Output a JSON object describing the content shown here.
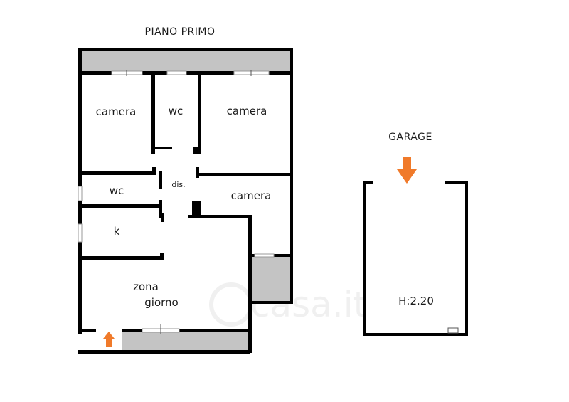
{
  "plan": {
    "title": "PIANO PRIMO",
    "rooms": {
      "camera_1": "camera",
      "wc_1": "wc",
      "camera_2": "camera",
      "wc_2": "wc",
      "dis": "dis.",
      "camera_3": "camera",
      "k": "k",
      "zona": "zona",
      "giorno": "giorno"
    }
  },
  "garage": {
    "title": "GARAGE",
    "height_label": "H:2.20"
  },
  "watermark": "casa.it",
  "colors": {
    "wall": "#000000",
    "balcony": "#c4c4c4",
    "arrow": "#f07a2a"
  }
}
